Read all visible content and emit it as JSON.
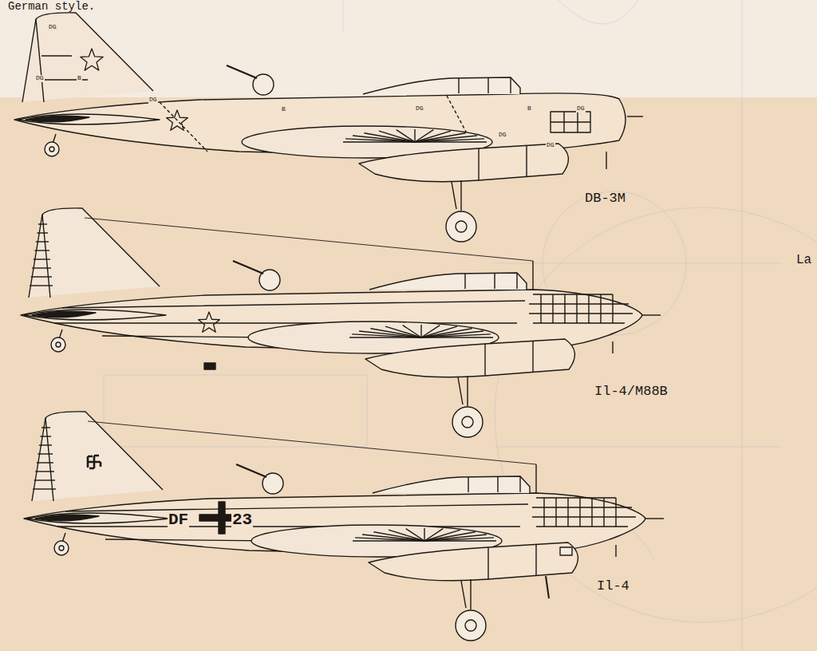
{
  "diagram": {
    "labels": [
      "German style.",
      "DG",
      "DG",
      "B",
      "DG",
      "B",
      "DG",
      "B",
      "DG",
      "DG",
      "DG",
      "DB-3M",
      "La",
      "Il-4/M88B",
      "DF",
      "23",
      "Il-4"
    ]
  }
}
